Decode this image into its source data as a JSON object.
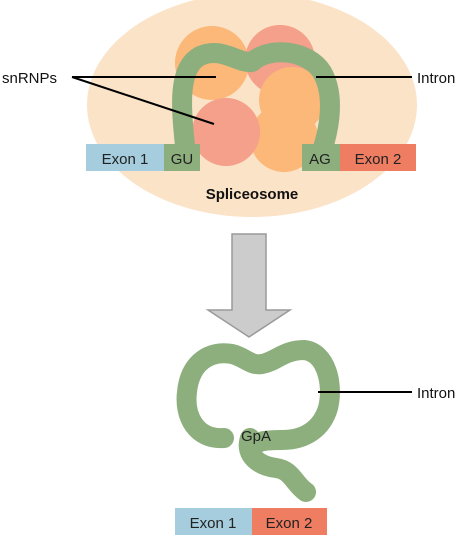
{
  "labels": {
    "snrnps": "snRNPs",
    "intron_top": "Intron",
    "intron_bottom": "Intron",
    "spliceosome": "Spliceosome",
    "exon1_top": "Exon 1",
    "exon2_top": "Exon 2",
    "gu": "GU",
    "ag": "AG",
    "gpa": "GpA",
    "exon1_bottom": "Exon 1",
    "exon2_bottom": "Exon 2"
  },
  "colors": {
    "spliceosome_background": "#fbe3c8",
    "snrnp_orange": "#fbb878",
    "snrnp_pink": "#f4a08a",
    "intron_green": "#8daf7e",
    "exon1_blue": "#a6cddd",
    "exon2_red": "#ef7d62",
    "arrow_gray": "#cccccc"
  }
}
